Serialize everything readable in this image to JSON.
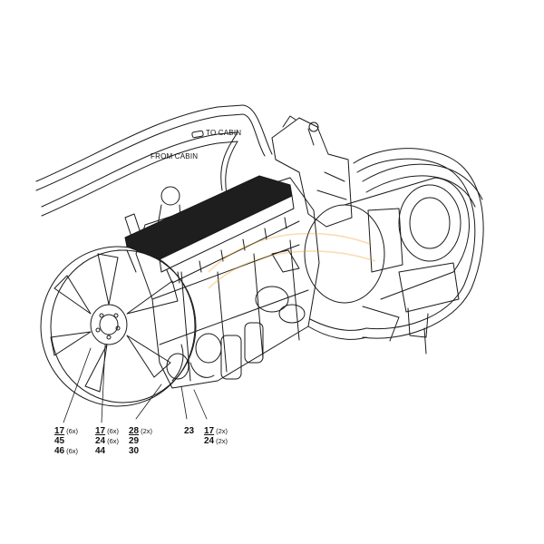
{
  "annotations": {
    "to_cabin": "TO CABIN",
    "from_cabin": "FROM CABIN"
  },
  "callouts": [
    {
      "lines": [
        {
          "num": "17",
          "qty": "(6x)"
        },
        {
          "num": "45",
          "qty": ""
        },
        {
          "num": "46",
          "qty": "(6x)"
        }
      ]
    },
    {
      "lines": [
        {
          "num": "17",
          "qty": "(6x)"
        },
        {
          "num": "24",
          "qty": "(6x)"
        },
        {
          "num": "44",
          "qty": ""
        }
      ]
    },
    {
      "lines": [
        {
          "num": "28",
          "qty": "(2x)"
        },
        {
          "num": "29",
          "qty": ""
        },
        {
          "num": "30",
          "qty": ""
        }
      ]
    },
    {
      "lines": [
        {
          "num": "23",
          "qty": ""
        }
      ]
    },
    {
      "lines": [
        {
          "num": "17",
          "qty": "(2x)"
        },
        {
          "num": "24",
          "qty": "(2x)"
        }
      ]
    }
  ],
  "colors": {
    "line": "#1a1a1a",
    "watermark": "#f0a020",
    "fill_dark": "#1e1e1e"
  }
}
